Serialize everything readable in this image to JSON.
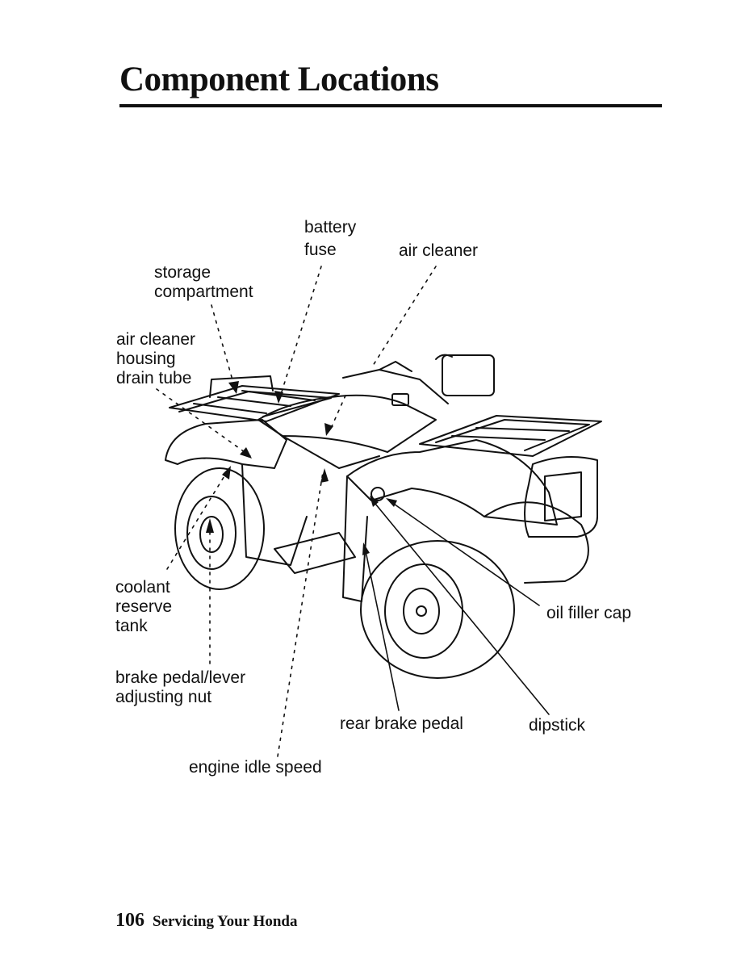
{
  "page": {
    "title": "Component Locations",
    "page_number": "106",
    "section": "Servicing Your Honda"
  },
  "labels": {
    "battery": "battery",
    "fuse": "fuse",
    "air_cleaner": "air cleaner",
    "storage_compartment": [
      "storage",
      "compartment"
    ],
    "air_cleaner_housing_drain_tube": [
      "air cleaner",
      "housing",
      "drain tube"
    ],
    "coolant_reserve_tank": [
      "coolant",
      "reserve",
      "tank"
    ],
    "brake_pedal_lever_adjusting_nut": [
      "brake pedal/lever",
      "adjusting nut"
    ],
    "engine_idle_speed": "engine idle speed",
    "rear_brake_pedal": "rear brake pedal",
    "dipstick": "dipstick",
    "oil_filler_cap": "oil filler cap"
  }
}
